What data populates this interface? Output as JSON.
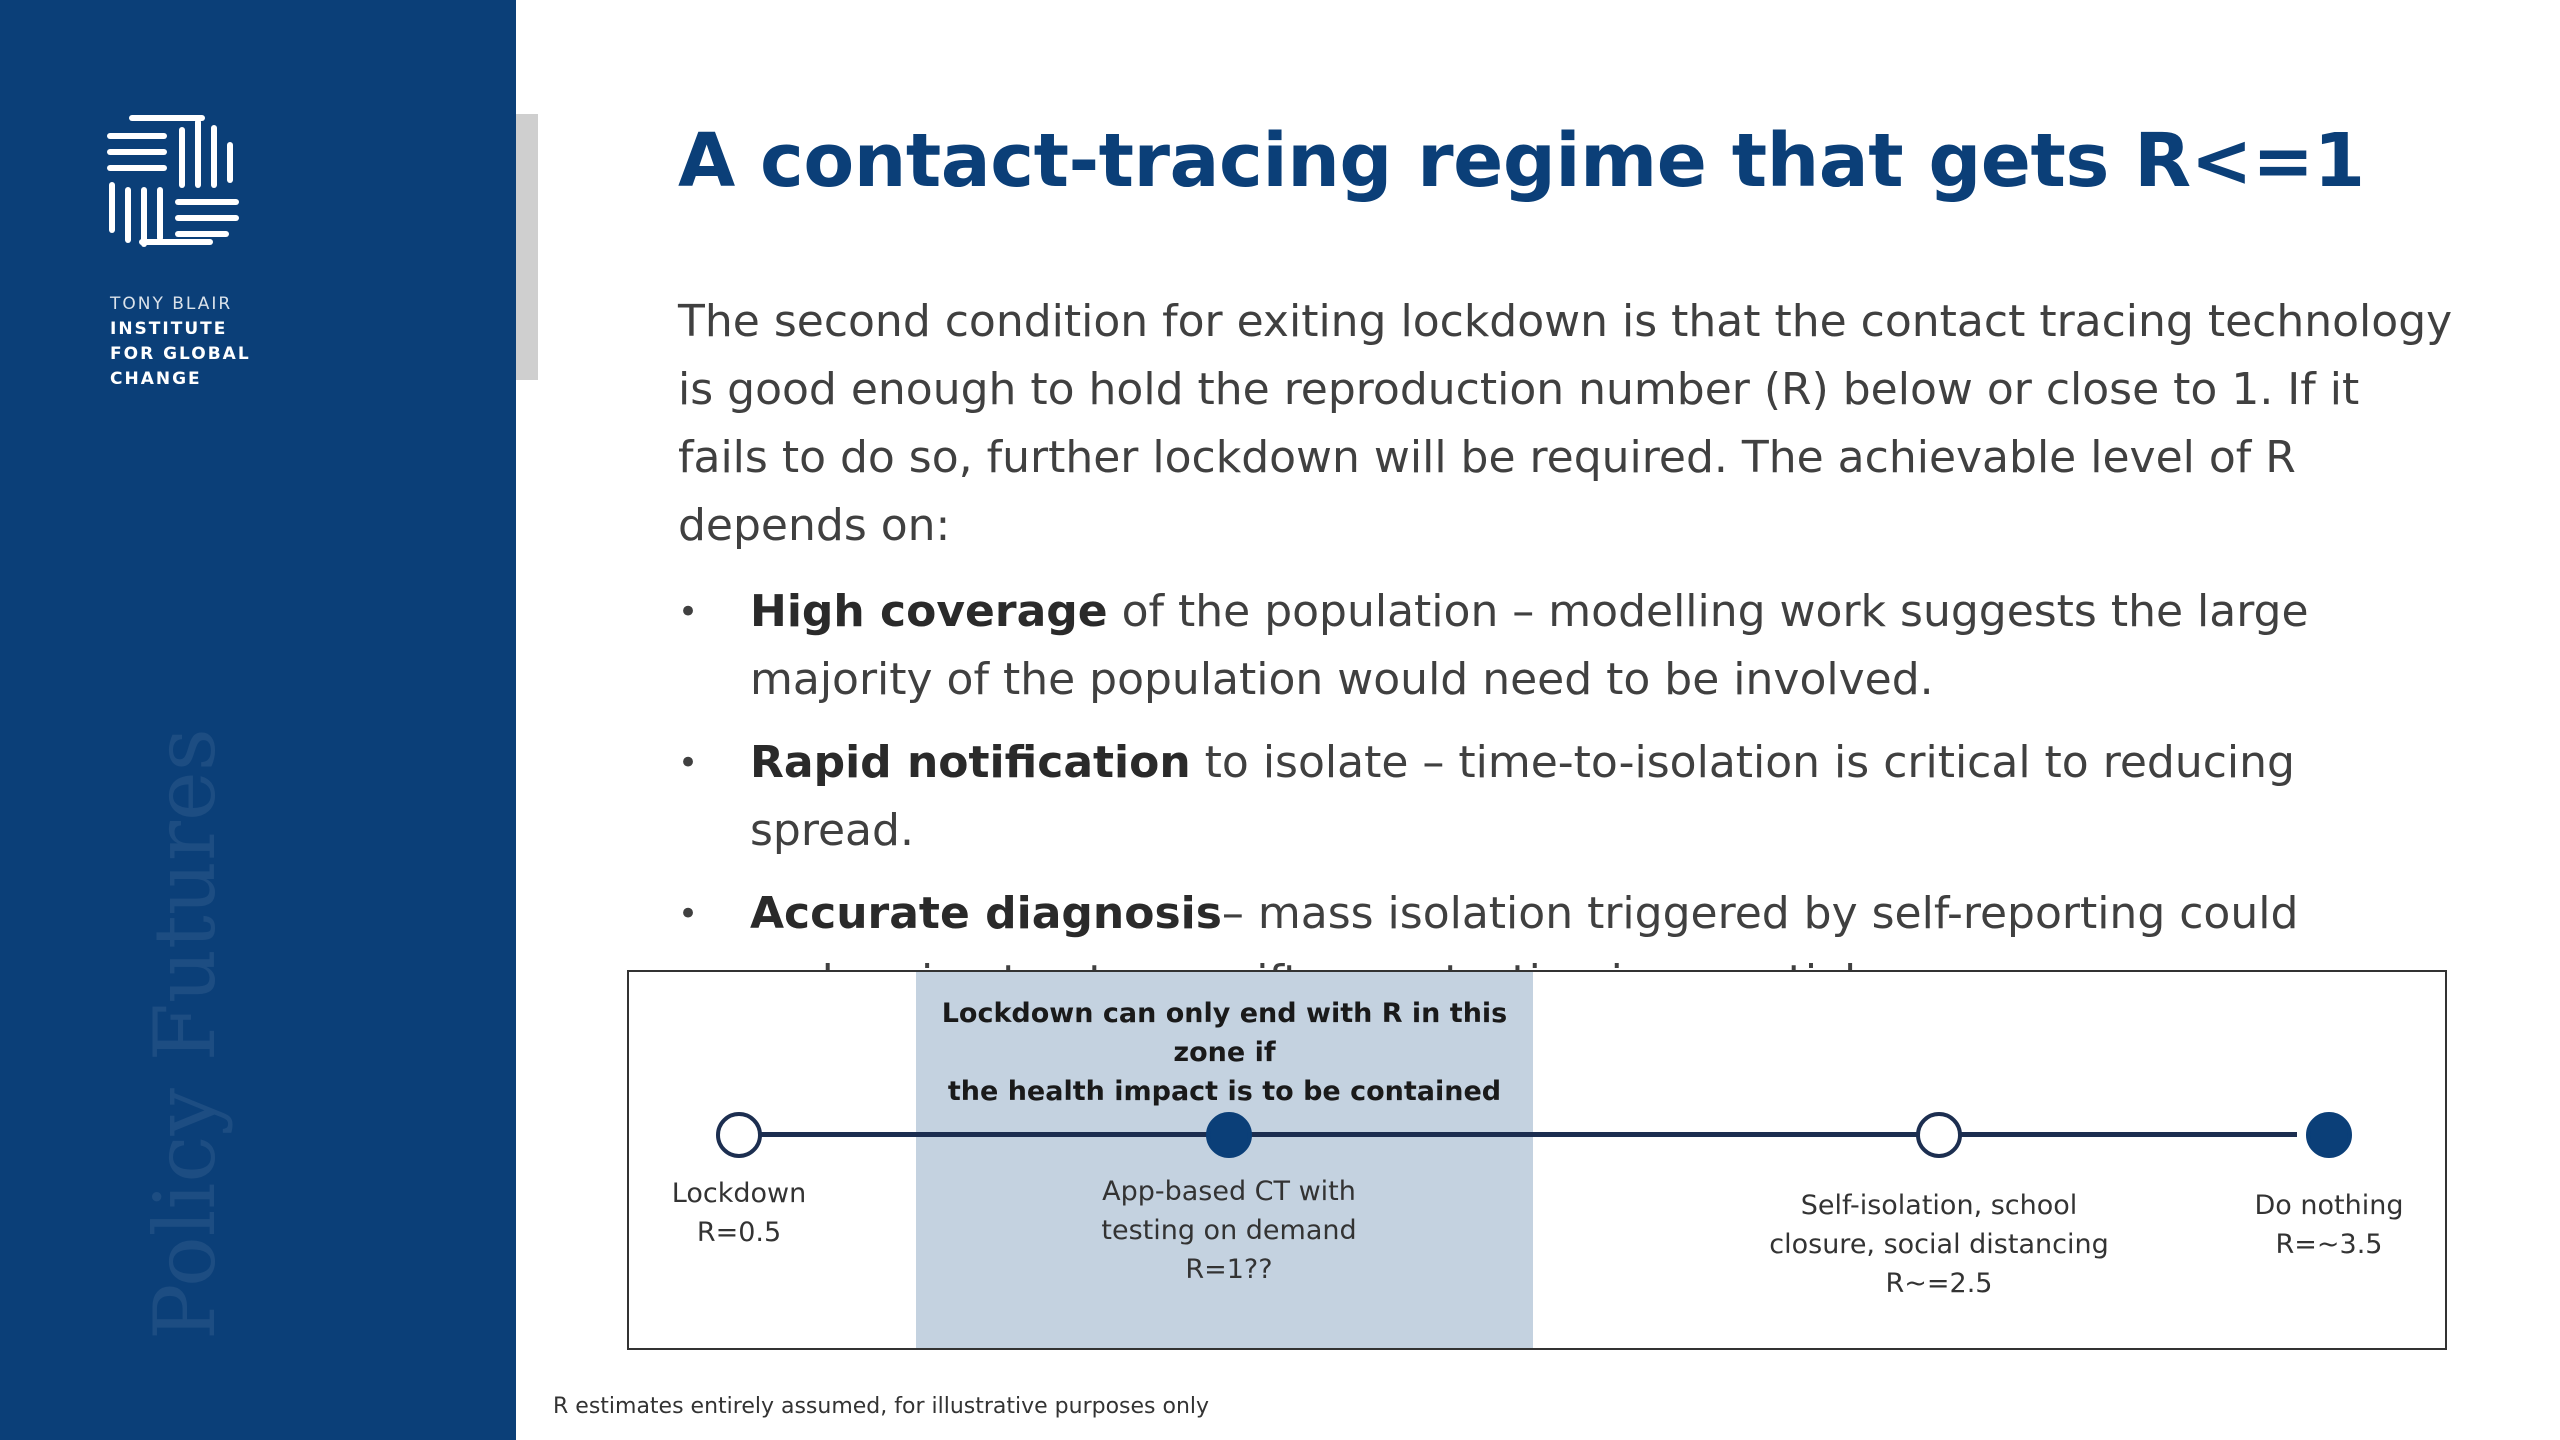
{
  "sidebar": {
    "org_name_lines": [
      "TONY BLAIR",
      "INSTITUTE",
      "FOR GLOBAL",
      "CHANGE"
    ],
    "watermark": "Policy Futures",
    "background_color": "#0b3f78",
    "logo_icon": "woven-lines-logo-icon"
  },
  "slide": {
    "title": "A contact-tracing regime that gets R<=1",
    "intro": "The second condition for exiting lockdown is that the contact tracing technology is good enough to hold the reproduction number (R) below or close to 1. If it fails to do so, further lockdown will be required. The achievable level of R depends on:",
    "bullets": [
      {
        "keyword": "High coverage",
        "text": " of the population – modelling work suggests the large majority of the population would need to be involved."
      },
      {
        "keyword": "Rapid notification",
        "text": " to isolate – time-to-isolation is critical to reducing spread."
      },
      {
        "keyword": "Accurate diagnosis",
        "text": "– mass isolation triggered by self-reporting could undermine trust, so swift mass testing is essential."
      }
    ],
    "bullet_glyph": "•"
  },
  "diagram": {
    "zone_label_lines": [
      "Lockdown can only end with R in this zone if",
      "the health impact is to be contained"
    ],
    "zone_color": "#c4d2e0",
    "markers": [
      {
        "style": "open",
        "label_lines": [
          "Lockdown",
          "R=0.5"
        ]
      },
      {
        "style": "filled",
        "label_lines": [
          "App-based CT with",
          "testing on demand",
          "R=1??"
        ]
      },
      {
        "style": "open",
        "label_lines": [
          "Self-isolation, school",
          "closure, social distancing",
          "R~=2.5"
        ]
      },
      {
        "style": "filled",
        "label_lines": [
          "Do nothing",
          "R=~3.5"
        ]
      }
    ]
  },
  "footnote": "R estimates entirely assumed, for illustrative purposes only"
}
